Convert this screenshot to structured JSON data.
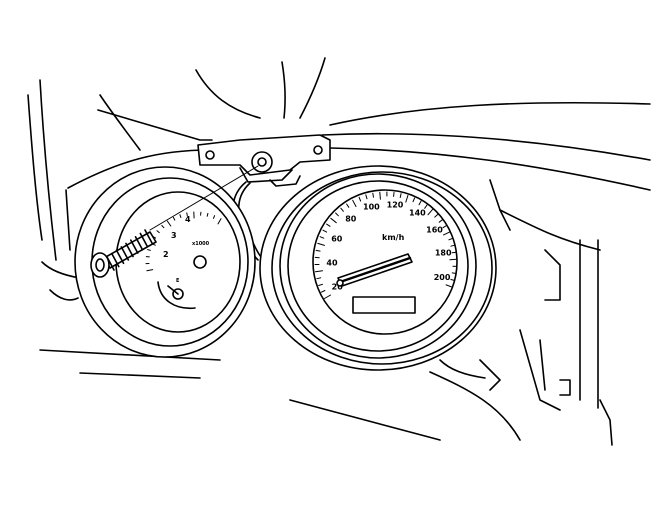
{
  "speedometer": {
    "unit": "km/h",
    "labels": [
      "20",
      "40",
      "60",
      "80",
      "100",
      "120",
      "140",
      "160",
      "180",
      "200"
    ]
  },
  "tachometer": {
    "labels": [
      "2",
      "3",
      "4"
    ],
    "unit": "x1000"
  },
  "fuel_gauge": {
    "label": "E"
  }
}
